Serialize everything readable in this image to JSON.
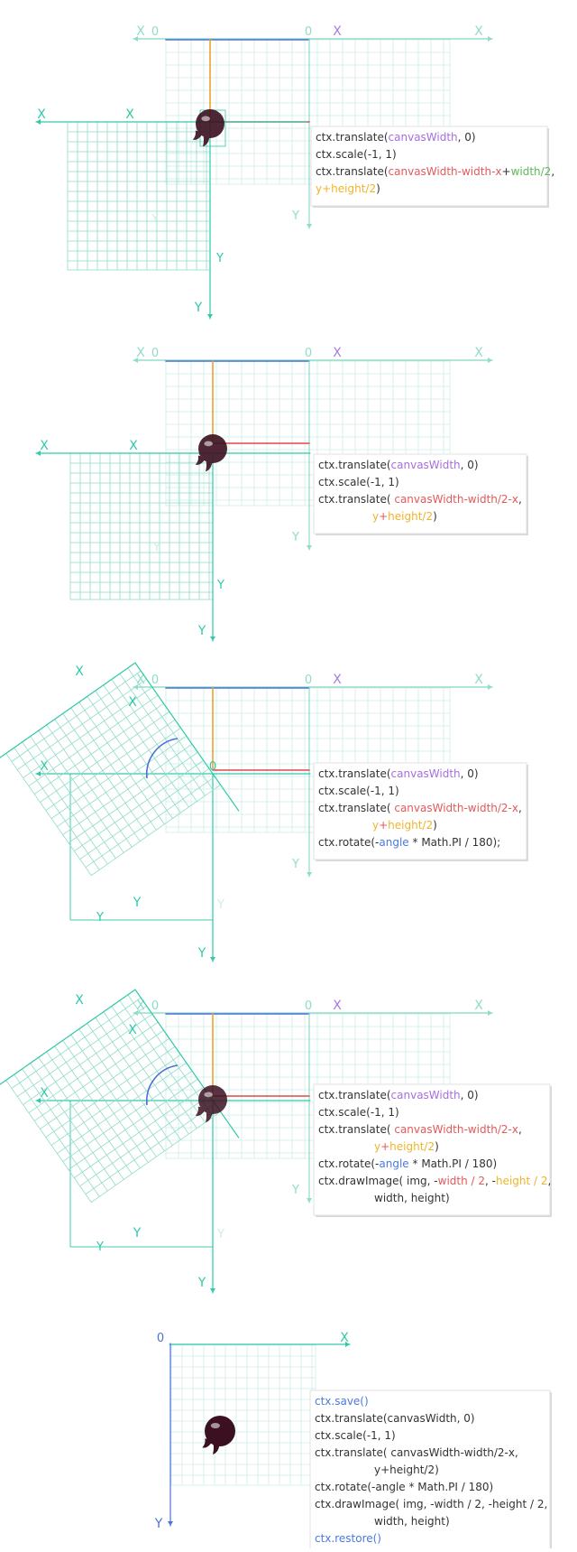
{
  "colors": {
    "grid_light": "#cdeee6",
    "grid_teal": "#8fdcc8",
    "axis_teal": "#30c9a9",
    "axis_blue": "#4a72d8",
    "axis_orange": "#f0a030",
    "axis_red": "#e04848",
    "label_violet": "#a67ce0",
    "code_violet": "#a66ee0",
    "code_red": "#e35a5a",
    "code_green": "#5cb85c",
    "code_yellow": "#f0b429",
    "code_blue": "#4a79e0",
    "code_dark": "#333333",
    "blob": "#3b1020"
  },
  "axis_labels": {
    "x": "X",
    "y": "Y",
    "zero": "0"
  },
  "panels": [
    {
      "id": "panel-1",
      "code": [
        [
          {
            "t": "ctx.translate("
          },
          {
            "t": "canvasWidth",
            "c": "code_violet"
          },
          {
            "t": ", 0)"
          }
        ],
        [
          {
            "t": "ctx.scale(-1, 1)"
          }
        ],
        [
          {
            "t": "ctx.translate("
          },
          {
            "t": "canvasWidth-width-x",
            "c": "code_red"
          },
          {
            "t": "+"
          },
          {
            "t": "width/2",
            "c": "code_green"
          },
          {
            "t": ","
          }
        ],
        [
          {
            "t": "y+height/2",
            "c": "code_yellow"
          },
          {
            "t": ")"
          }
        ]
      ]
    },
    {
      "id": "panel-2",
      "code": [
        [
          {
            "t": "ctx.translate("
          },
          {
            "t": "canvasWidth",
            "c": "code_violet"
          },
          {
            "t": ", 0)"
          }
        ],
        [
          {
            "t": "ctx.scale(-1, 1)"
          }
        ],
        [
          {
            "t": "ctx.translate( "
          },
          {
            "t": "canvasWidth-width/2-x",
            "c": "code_red"
          },
          {
            "t": ","
          }
        ],
        [
          {
            "t": "y",
            "c": "code_yellow"
          },
          {
            "t": "+",
            "c": "code_red"
          },
          {
            "t": "height/2",
            "c": "code_yellow"
          },
          {
            "t": ")"
          }
        ]
      ]
    },
    {
      "id": "panel-3",
      "code": [
        [
          {
            "t": "ctx.translate("
          },
          {
            "t": "canvasWidth",
            "c": "code_violet"
          },
          {
            "t": ", 0)"
          }
        ],
        [
          {
            "t": "ctx.scale(-1, 1)"
          }
        ],
        [
          {
            "t": "ctx.translate( "
          },
          {
            "t": "canvasWidth-width/2-x",
            "c": "code_red"
          },
          {
            "t": ","
          }
        ],
        [
          {
            "t": "y",
            "c": "code_yellow"
          },
          {
            "t": "+",
            "c": "code_red"
          },
          {
            "t": "height/2",
            "c": "code_yellow"
          },
          {
            "t": ")"
          }
        ],
        [
          {
            "t": "ctx.rotate(-"
          },
          {
            "t": "angle",
            "c": "code_blue"
          },
          {
            "t": " * Math.PI / 180);"
          }
        ]
      ]
    },
    {
      "id": "panel-4",
      "code": [
        [
          {
            "t": "ctx.translate("
          },
          {
            "t": "canvasWidth",
            "c": "code_violet"
          },
          {
            "t": ", 0)"
          }
        ],
        [
          {
            "t": "ctx.scale(-1, 1)"
          }
        ],
        [
          {
            "t": "ctx.translate( "
          },
          {
            "t": "canvasWidth-width/2-x",
            "c": "code_red"
          },
          {
            "t": ","
          }
        ],
        [
          {
            "t": "y",
            "c": "code_yellow"
          },
          {
            "t": "+",
            "c": "code_red"
          },
          {
            "t": "height/2",
            "c": "code_yellow"
          },
          {
            "t": ")"
          }
        ],
        [
          {
            "t": "ctx.rotate(-"
          },
          {
            "t": "angle",
            "c": "code_blue"
          },
          {
            "t": " * Math.PI / 180)"
          }
        ],
        [
          {
            "t": "ctx.drawImage( img, -"
          },
          {
            "t": "width / 2",
            "c": "code_red"
          },
          {
            "t": ",  -"
          },
          {
            "t": "height / 2",
            "c": "code_yellow"
          },
          {
            "t": ","
          }
        ],
        [
          {
            "t": "width, height)"
          }
        ]
      ]
    },
    {
      "id": "panel-5",
      "code": [
        [
          {
            "t": "ctx.save()",
            "c": "code_blue"
          }
        ],
        [
          {
            "t": "ctx.translate(canvasWidth, 0)"
          }
        ],
        [
          {
            "t": "ctx.scale(-1, 1)"
          }
        ],
        [
          {
            "t": "ctx.translate( canvasWidth-width/2-x,"
          }
        ],
        [
          {
            "t": "y+height/2)"
          }
        ],
        [
          {
            "t": "ctx.rotate(-angle * Math.PI / 180)"
          }
        ],
        [
          {
            "t": "ctx.drawImage( img, -width / 2,  -height / 2,"
          }
        ],
        [
          {
            "t": "width, height)"
          }
        ],
        [
          {
            "t": "ctx.restore()",
            "c": "code_blue"
          }
        ]
      ]
    }
  ]
}
